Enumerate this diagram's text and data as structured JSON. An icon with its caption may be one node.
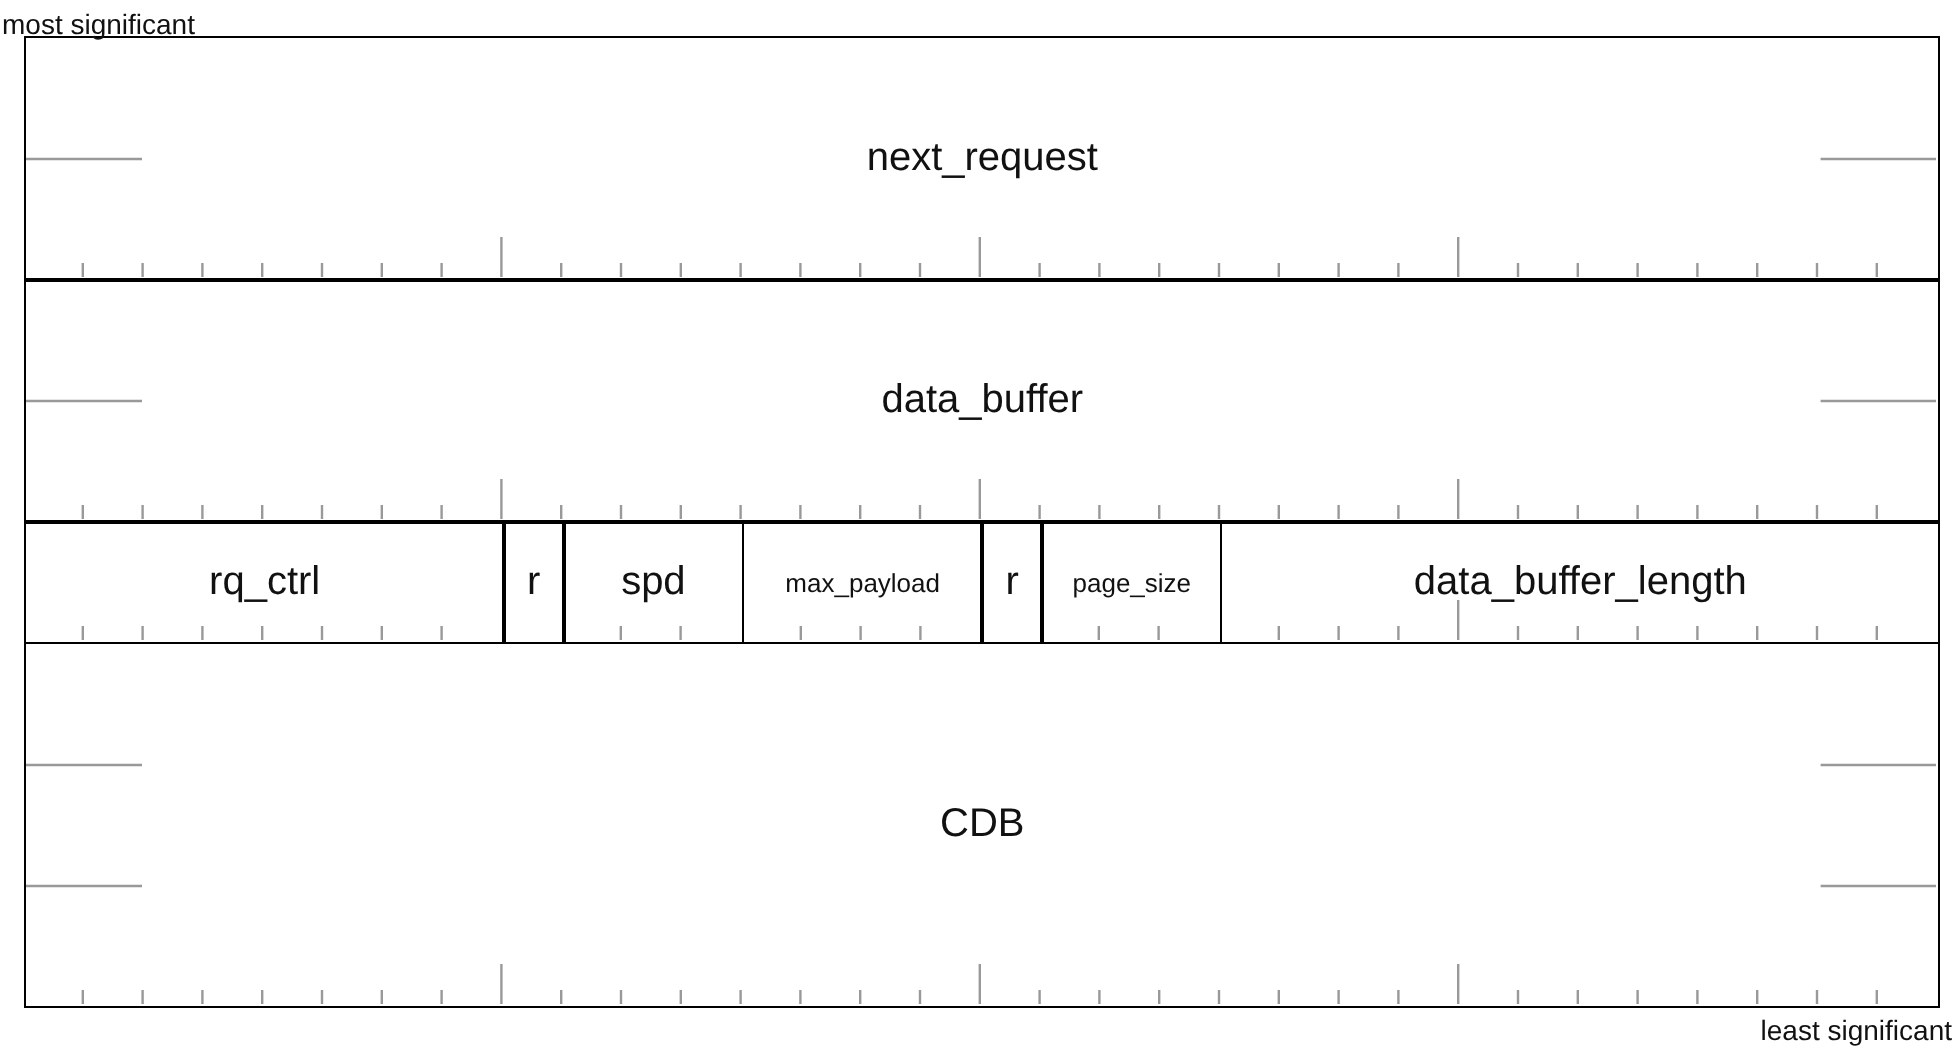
{
  "diagram": {
    "nodes": [
      {
        "text": [
          "next_request"
        ]
      },
      {
        "text": [
          "data_buffer"
        ]
      },
      {
        "text": [
          "rq_ctrl"
        ]
      },
      {
        "text": [
          "r"
        ]
      },
      {
        "text": [
          "spd"
        ]
      },
      {
        "text": [
          "max_payload"
        ]
      },
      {
        "text": [
          "r"
        ]
      },
      {
        "text": [
          "page_size"
        ]
      },
      {
        "text": [
          "data_buffer_length"
        ]
      },
      {
        "text": [
          "CDB"
        ]
      }
    ],
    "edges": [],
    "labels": [
      "most significant",
      "least significant"
    ]
  }
}
